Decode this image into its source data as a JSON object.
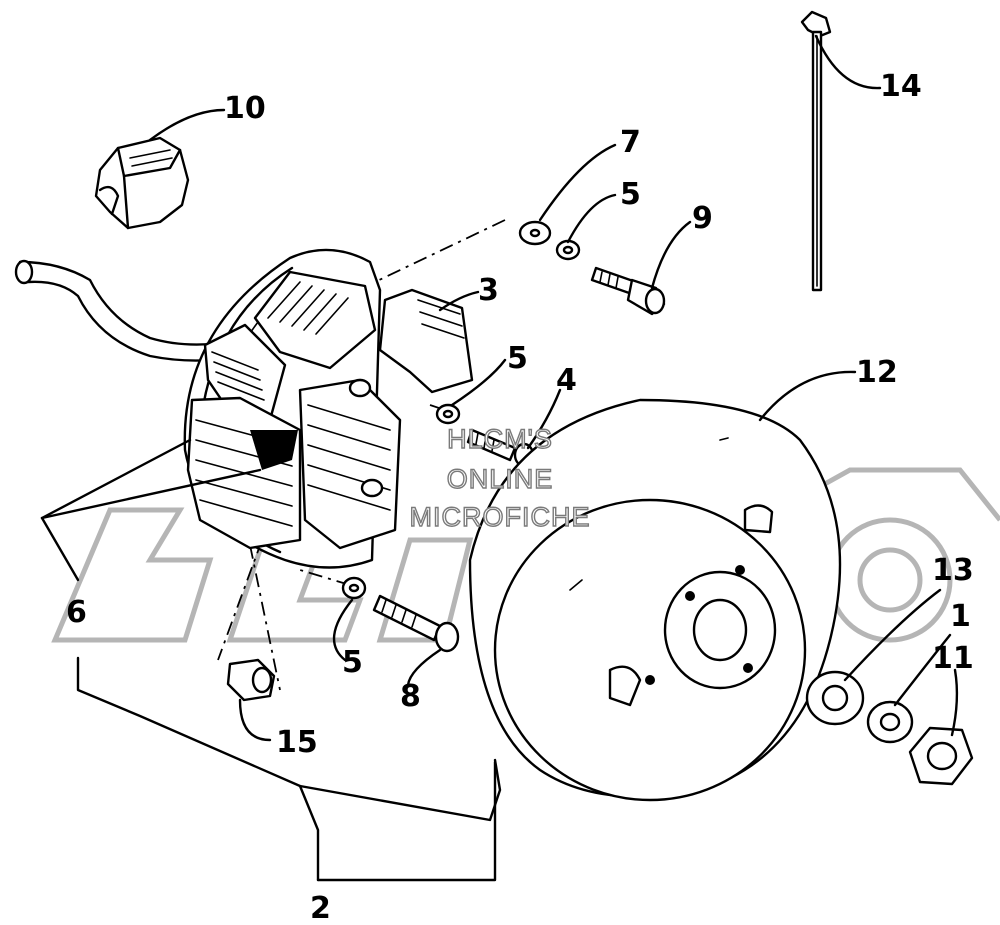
{
  "watermark": {
    "line1": "HLCM'S",
    "line2": "ONLINE",
    "line3": "MICROFICHE"
  },
  "callouts": {
    "c1": "1",
    "c2": "2",
    "c3": "3",
    "c4": "4",
    "c5a": "5",
    "c5b": "5",
    "c5c": "5",
    "c6": "6",
    "c7": "7",
    "c8": "8",
    "c9": "9",
    "c10": "10",
    "c11": "11",
    "c12": "12",
    "c13": "13",
    "c14": "14",
    "c15": "15"
  },
  "colors": {
    "ink": "#000000",
    "watermark": "#b5b5b5",
    "background": "#ffffff"
  }
}
